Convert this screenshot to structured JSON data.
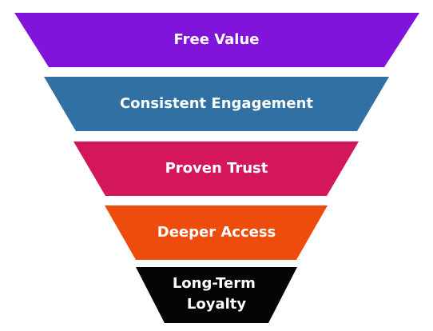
{
  "funnel": {
    "layers": [
      {
        "label": [
          "Free Value"
        ],
        "color": "#8114DB"
      },
      {
        "label": [
          "Consistent Engagement"
        ],
        "color": "#3170A2"
      },
      {
        "label": [
          "Proven Trust"
        ],
        "color": "#D3175A"
      },
      {
        "label": [
          "Deeper Access"
        ],
        "color": "#EE4C0C"
      },
      {
        "label": [
          "Long-Term",
          "Loyalty"
        ],
        "color": "#050505"
      }
    ]
  }
}
